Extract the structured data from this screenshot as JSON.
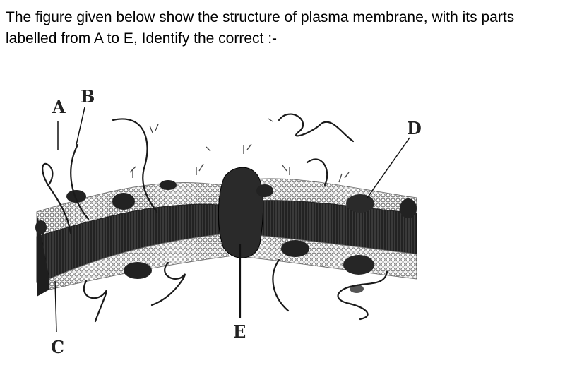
{
  "question": {
    "text": "The figure given below show the structure of plasma membrane, with its parts labelled from A to E, Identify the correct :-"
  },
  "figure": {
    "labels": {
      "a": "A",
      "b": "B",
      "c": "C",
      "d": "D",
      "e": "E"
    }
  }
}
